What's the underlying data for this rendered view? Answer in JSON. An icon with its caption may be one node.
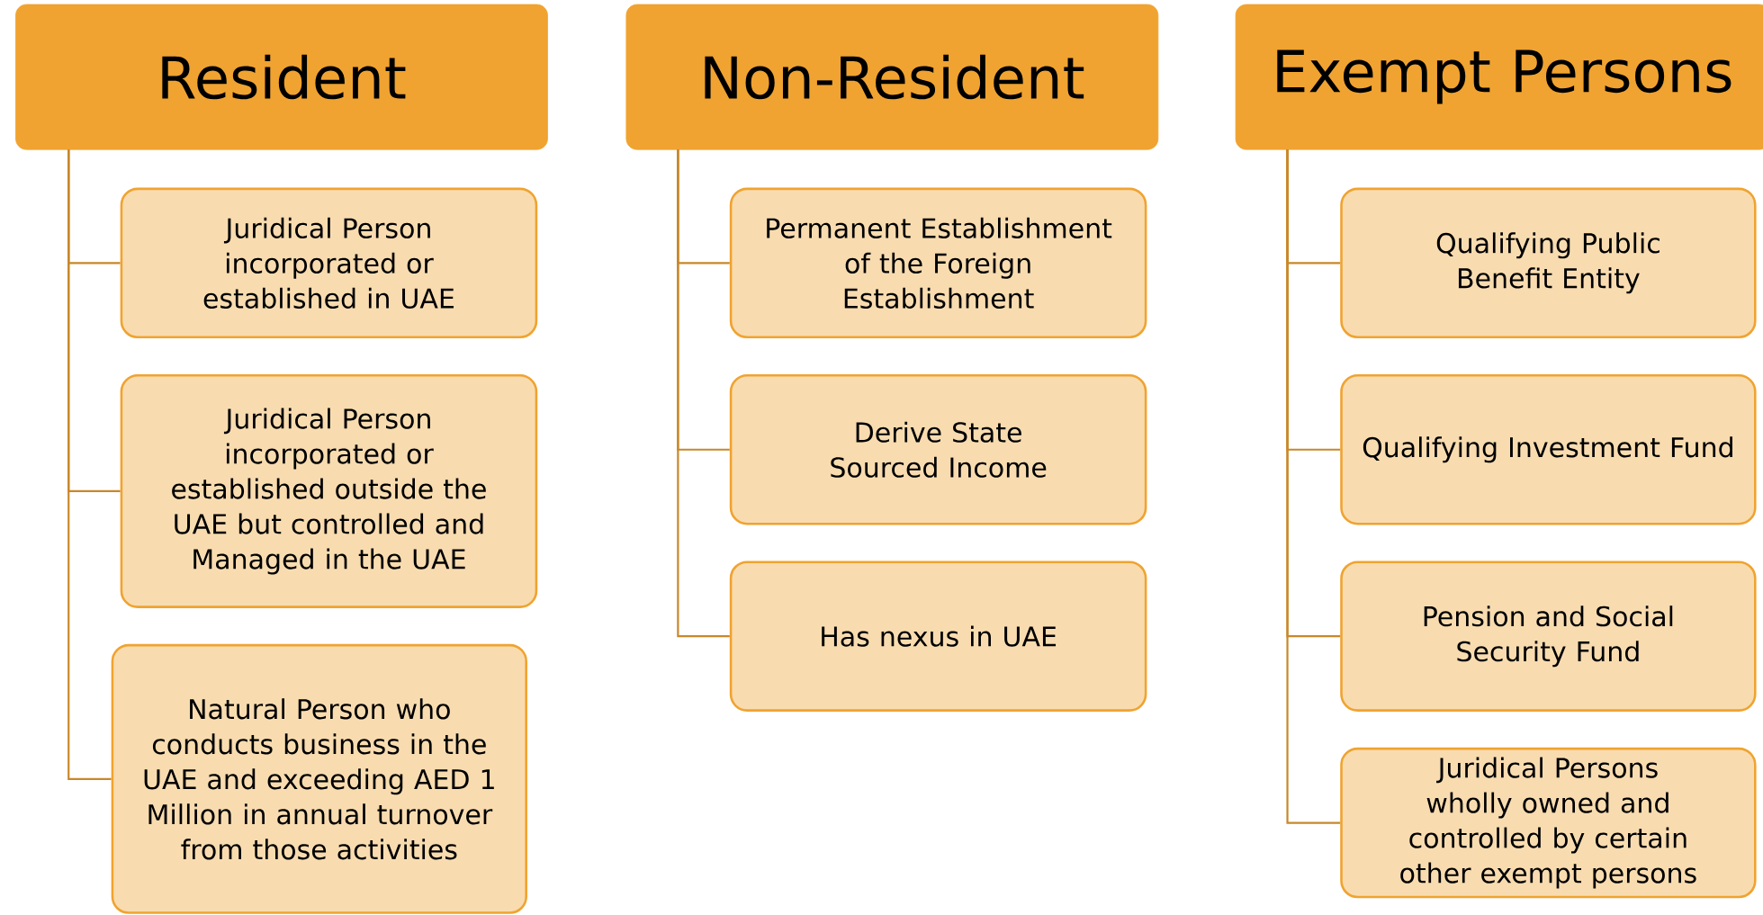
{
  "diagram": {
    "nodes": [
      {
        "text": [
          "Resident"
        ]
      },
      {
        "text": [
          "Juridical Person incorporated or established in UAE"
        ]
      },
      {
        "text": [
          "Juridical Person incorporated or established outside the UAE but controlled and Managed in the UAE"
        ]
      },
      {
        "text": [
          "Natural Person who conducts business in the UAE and exceeding AED 1 Million in annual turnover from those activities"
        ]
      },
      {
        "text": [
          "Non-Resident"
        ]
      },
      {
        "text": [
          "Permanent Establishment of the Foreign Establishment"
        ]
      },
      {
        "text": [
          "Derive State Sourced Income"
        ]
      },
      {
        "text": [
          "Has nexus in UAE"
        ]
      },
      {
        "text": [
          "Exempt Persons"
        ]
      },
      {
        "text": [
          "Qualifying Public Benefit Entity"
        ]
      },
      {
        "text": [
          "Qualifying Investment Fund"
        ]
      },
      {
        "text": [
          "Pension and Social Security Fund"
        ]
      },
      {
        "text": [
          "Juridical Persons wholly owned and controlled by certain other exempt persons"
        ]
      }
    ],
    "edges": [
      {
        "from": 0,
        "to": 1,
        "arrow": "none"
      },
      {
        "from": 0,
        "to": 2,
        "arrow": "none"
      },
      {
        "from": 0,
        "to": 3,
        "arrow": "none"
      },
      {
        "from": 4,
        "to": 5,
        "arrow": "none"
      },
      {
        "from": 4,
        "to": 6,
        "arrow": "none"
      },
      {
        "from": 4,
        "to": 7,
        "arrow": "none"
      },
      {
        "from": 8,
        "to": 9,
        "arrow": "none"
      },
      {
        "from": 8,
        "to": 10,
        "arrow": "none"
      },
      {
        "from": 8,
        "to": 11,
        "arrow": "none"
      },
      {
        "from": 8,
        "to": 12,
        "arrow": "none"
      }
    ]
  }
}
